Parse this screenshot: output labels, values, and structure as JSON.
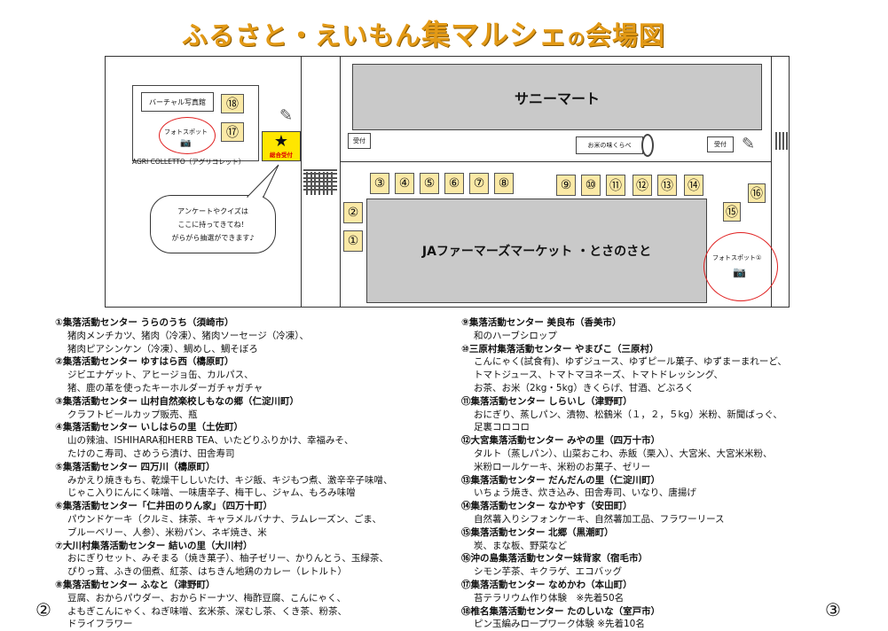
{
  "title": {
    "part1": "ふるさと・えいもん",
    "big": "集マルシェ",
    "small": "の",
    "part2": "会場図"
  },
  "map": {
    "sunny_mart": "サニーマート",
    "ja_market": "JAファーマーズマーケット ・とさのさと",
    "virtual_photo": "バーチャル写真館",
    "photo_spot": "フォトスポット",
    "photo_spot_1": "フォトスポット①",
    "agri": "AGRI COLLETTO（アグリコレット）",
    "main_reception": "総合受付",
    "reception": "受付",
    "rice_tasting": "お米の味くらべ",
    "balloon": [
      "アンケートやクイズは",
      "ここに持ってきてね！",
      "がらがら抽選ができます♪"
    ],
    "stalls": [
      "①",
      "②",
      "③",
      "④",
      "⑤",
      "⑥",
      "⑦",
      "⑧",
      "⑨",
      "⑩",
      "⑪",
      "⑫",
      "⑬",
      "⑭",
      "⑮",
      "⑯",
      "⑰",
      "⑱"
    ]
  },
  "left_list": [
    {
      "h": "①集落活動センター うらのうち（須崎市）",
      "d": [
        "猪肉メンチカツ、猪肉（冷凍）、猪肉ソーセージ（冷凍）、",
        "猪肉ピアシンケン（冷凍）、鯛めし、鯛そぼろ"
      ]
    },
    {
      "h": "②集落活動センター ゆすはら西（檮原町）",
      "d": [
        "ジビエナゲット、アヒージョ缶、カルパス、",
        "猪、鹿の革を使ったキーホルダーガチャガチャ"
      ]
    },
    {
      "h": "③集落活動センター 山村自然楽校しもなの郷（仁淀川町）",
      "d": [
        "クラフトビールカップ販売、瓶"
      ]
    },
    {
      "h": "④集落活動センター いしはらの里（土佐町）",
      "d": [
        "山の辣油、ISHIHARA和HERB TEA、いたどりふりかけ、幸福みそ、",
        "たけのこ寿司、さめうら漬け、田舎寿司"
      ]
    },
    {
      "h": "⑤集落活動センター 四万川（檮原町）",
      "d": [
        "みかえり焼きもち、乾燥干ししいたけ、キジ飯、キジもつ煮、激辛辛子味噌、",
        "じゃこ入りにんにく味噌、一味唐辛子、梅干し、ジャム、もろみ味噌"
      ]
    },
    {
      "h": "⑥集落活動センター「仁井田のりん家」（四万十町）",
      "d": [
        "パウンドケーキ（クルミ、抹茶、キャラメルバナナ、ラムレーズン、ごま、",
        "ブルーベリー、人参）、米粉パン、ネギ焼き、米"
      ]
    },
    {
      "h": "⑦大川村集落活動センター 結いの里（大川村）",
      "d": [
        "おにぎりセット、みそまる（焼き菓子）、柚子ゼリー、かりんとう、玉緑茶、",
        "ぴりっ茸、ふきの佃煮、紅茶、はちきん地鶏のカレー（レトルト）"
      ]
    },
    {
      "h": "⑧集落活動センター ふなと（津野町）",
      "d": [
        "豆腐、おからパウダー、おからドーナツ、梅酢豆腐、こんにゃく、",
        "よもぎこんにゃく、ねぎ味噌、玄米茶、深むし茶、くき茶、粉茶、",
        "ドライフラワー"
      ]
    }
  ],
  "right_list": [
    {
      "h": "⑨集落活動センター 美良布（香美市）",
      "d": [
        "和のハーブシロップ"
      ]
    },
    {
      "h": "⑩三原村集落活動センター やまびこ（三原村）",
      "d": [
        "こんにゃく(試食有)、ゆずジュース、ゆずピール菓子、ゆずまーまれーど、",
        "トマトジュース、トマトマヨネーズ、トマトドレッシング、",
        "お茶、お米（2kg・5kg）きくらげ、甘酒、どぶろく"
      ]
    },
    {
      "h": "⑪集落活動センター しらいし（津野町）",
      "d": [
        "おにぎり、蒸しパン、漬物、松鶴米（１，２，５kg）米粉、新聞ばっぐ、",
        "足裏コロコロ"
      ]
    },
    {
      "h": "⑫大宮集落活動センター みやの里（四万十市）",
      "d": [
        "タルト（蒸しパン）、山菜おこわ、赤飯（栗入）、大宮米、大宮米米粉、",
        "米粉ロールケーキ、米粉のお菓子、ゼリー"
      ]
    },
    {
      "h": "⑬集落活動センター だんだんの里（仁淀川町）",
      "d": [
        "いちょう焼き、炊き込み、田舎寿司、いなり、唐揚げ"
      ]
    },
    {
      "h": "⑭集落活動センター なかやす（安田町）",
      "d": [
        "自然薯入りシフォンケーキ、自然薯加工品、フラワーリース"
      ]
    },
    {
      "h": "⑮集落活動センター 北郷（黒潮町）",
      "d": [
        "炭、まな板、野菜など"
      ]
    },
    {
      "h": "⑯沖の島集落活動センター妹背家（宿毛市）",
      "d": [
        "シモン芋茶、キクラゲ、エコバッグ"
      ]
    },
    {
      "h": "⑰集落活動センター なめかわ（本山町）",
      "d": [
        "苔テラリウム作り体験　※先着50名"
      ]
    },
    {
      "h": "⑱椎名集落活動センター たのしいな（室戸市）",
      "d": [
        "ピン玉編みロープワーク体験 ※先着10名"
      ]
    }
  ],
  "page_left": "②",
  "page_right": "③"
}
